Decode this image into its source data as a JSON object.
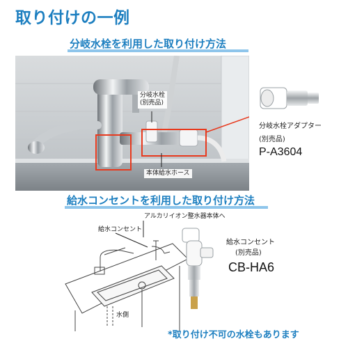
{
  "page": {
    "title": "取り付けの一例",
    "note": "*取り付け不可の水栓もあります"
  },
  "section1": {
    "heading": "分岐水栓を利用した取り付け方法",
    "label_faucet": "分岐水栓",
    "label_faucet_sub": "(別売品)",
    "label_hose": "本体給水ホース",
    "adapter_label": "分岐水栓アダプター",
    "adapter_sub": "(別売品)",
    "adapter_part": "P-A3604"
  },
  "section2": {
    "heading": "給水コンセントを利用した取り付け方法",
    "label_alkaline": "アルカリイオン整水器本体へ",
    "label_outlet_diagram": "給水コンセント",
    "label_water_side": "水側",
    "outlet_label": "給水コンセント",
    "outlet_sub": "(別売品)",
    "outlet_part": "CB-HA6"
  },
  "colors": {
    "accent": "#1d7fc0",
    "underline": "#8ec5eb",
    "callout_box": "#e8391d"
  }
}
